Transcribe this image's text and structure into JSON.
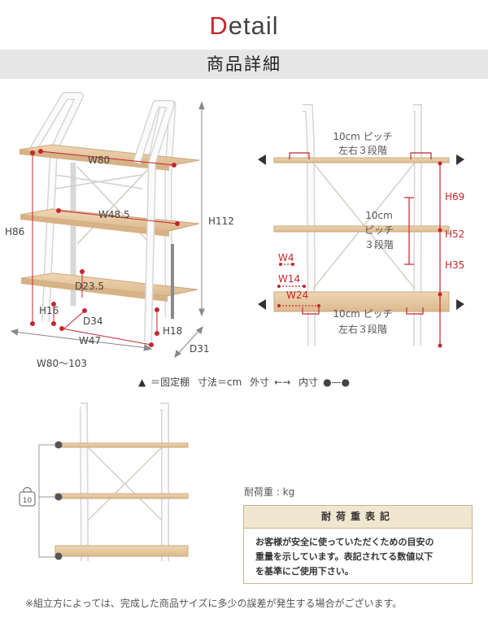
{
  "header": {
    "title_first": "D",
    "title_rest": "etail",
    "band": "商品詳細"
  },
  "colors": {
    "accent": "#c4262e",
    "wood": "#e7c9a1",
    "frame": "#f6f6f6",
    "band": "#e6e6e6",
    "note_head": "#f1e6cf",
    "note_border": "#c9b68f"
  },
  "diagram1": {
    "w80": "W80",
    "w48": "W48.5",
    "d23": "D23.5",
    "h86": "H86",
    "h16": "H16",
    "d34": "D34",
    "w47": "W47",
    "h18": "H18",
    "h112": "H112",
    "d31": "D31",
    "w80_103": "W80〜103"
  },
  "diagram2": {
    "pitch_top_1": "10cm ピッチ",
    "pitch_top_2": "左右３段階",
    "pitch_mid_1": "10cm",
    "pitch_mid_2": "ピッチ",
    "pitch_mid_3": "３段階",
    "pitch_bot_1": "10cm ピッチ",
    "pitch_bot_2": "左右３段階",
    "h69": "H69",
    "h52": "H52",
    "h35": "H35",
    "w4": "W4",
    "w14": "W14",
    "w24": "W24"
  },
  "legend": {
    "triangle": "▲",
    "fixed": "＝固定棚",
    "size": "寸法＝cm",
    "outer": "外寸",
    "outer_symbol": "←→",
    "inner": "内寸",
    "inner_symbol": "●—●"
  },
  "diagram3": {
    "load": "10"
  },
  "load_label": "耐荷重 : kg",
  "note": {
    "title": "耐荷重表記",
    "line1": "お客様が安全に使っていただくための目安の",
    "line2": "重量を示しています。表記されてる数値以下",
    "line3": "を基準にご使用下さい。"
  },
  "footer": "※組立方によっては、完成した商品サイズに多少の誤差が発生する場合がございます。"
}
